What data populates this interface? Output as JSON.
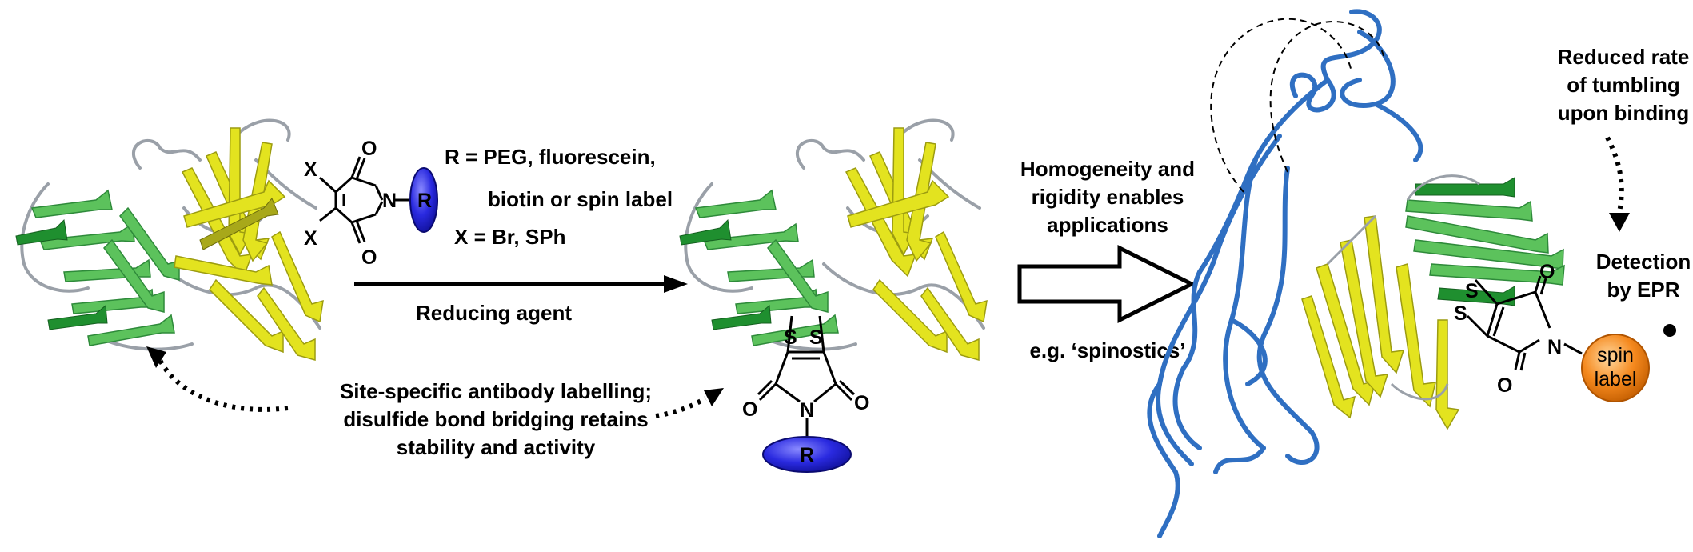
{
  "reagent": {
    "r_line": "R = PEG, fluorescein,",
    "r_line2": "biotin or spin label",
    "x_line": "X = Br, SPh",
    "atom_x": "X",
    "atom_o": "O",
    "atom_n": "N",
    "r_group": "R"
  },
  "arrow1_label": "Reducing agent",
  "labelling_note": [
    "Site-specific antibody labelling;",
    "disulfide bond bridging retains",
    "stability and activity"
  ],
  "bridged": {
    "atom_s": "S",
    "atom_o": "O",
    "atom_n": "N",
    "r_group": "R"
  },
  "arrow2_label": [
    "Homogeneity and",
    "rigidity enables",
    "applications"
  ],
  "example_label": "e.g. ‘spinostics’",
  "tumbling_note": [
    "Reduced rate",
    "of tumbling",
    "upon binding"
  ],
  "detection_note": [
    "Detection",
    "by EPR"
  ],
  "spin_label": [
    "spin",
    "label"
  ],
  "colors": {
    "light_green": "#5cc25c",
    "dark_green": "#1f8f2f",
    "yellow": "#e3e31f",
    "olive": "#a8a81a",
    "loop_gray": "#9aa0a8",
    "blue_ribbon": "#2f6fc2",
    "r_group_blue": "#2424d6",
    "spin_orange": "#f5891e"
  }
}
